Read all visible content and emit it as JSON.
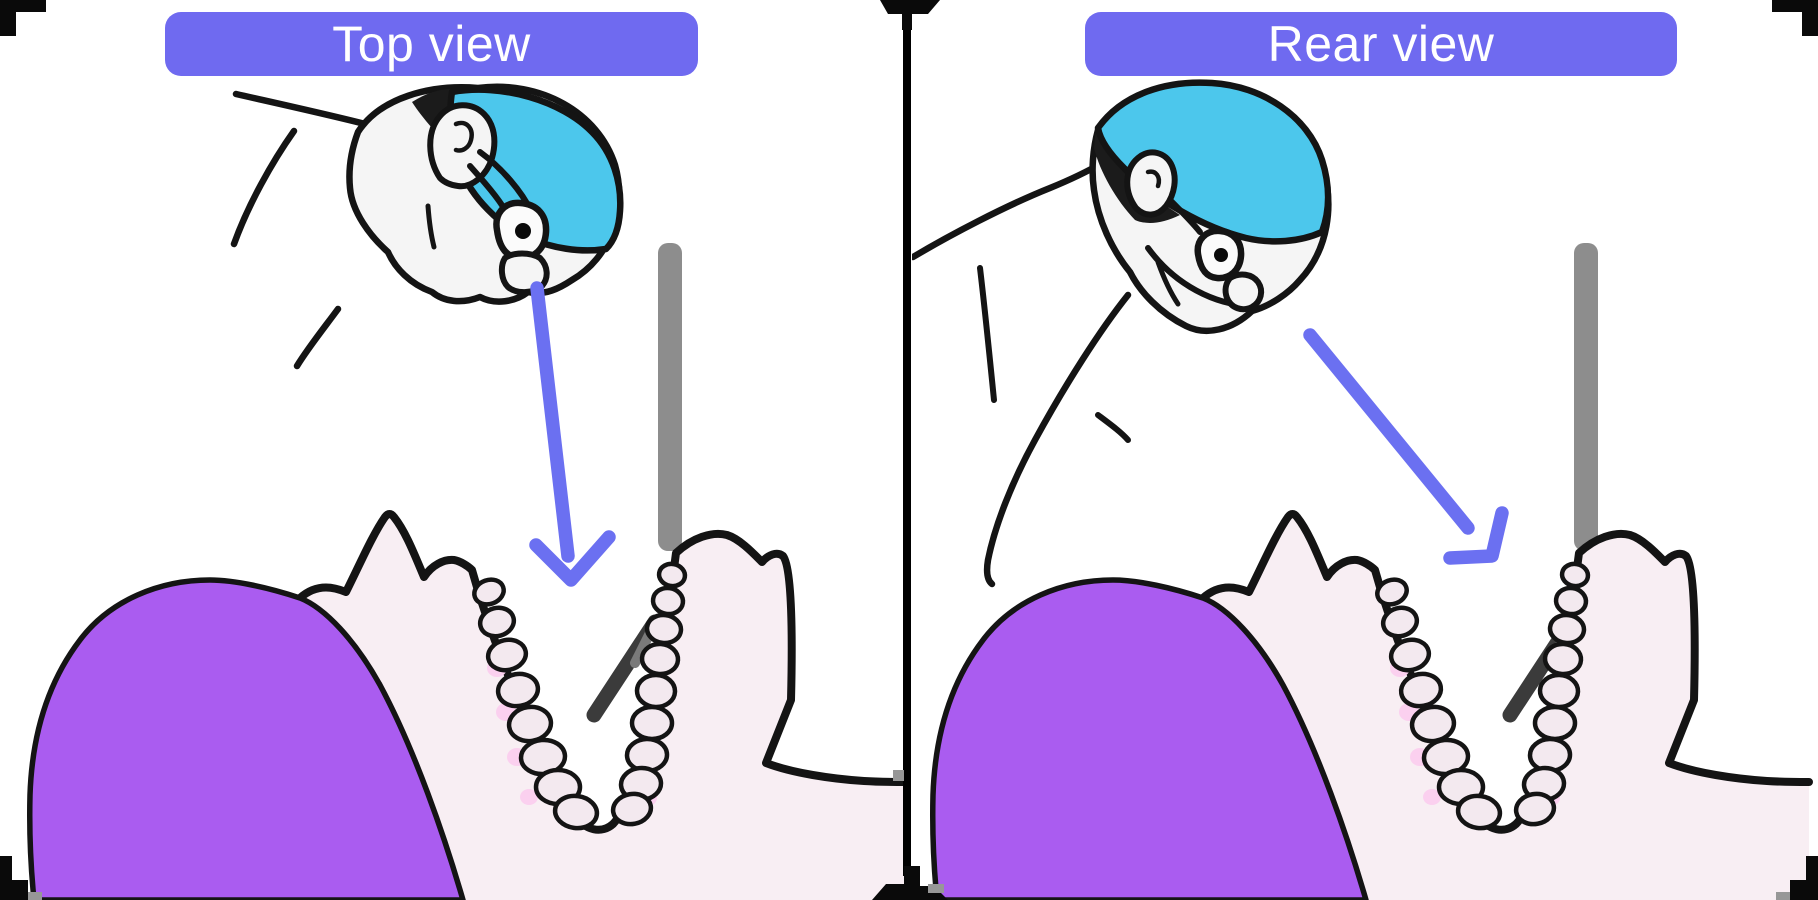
{
  "panels": [
    {
      "id": "top-view",
      "label": "Top view"
    },
    {
      "id": "rear-view",
      "label": "Rear view"
    }
  ],
  "illustrations": {
    "left": "surgeon-seen-from-above-inserting-laryngoscope-into-patient-open-mouth",
    "right": "surgeon-seen-from-rear-inserting-laryngoscope-into-patient-open-mouth"
  },
  "theme": {
    "label_bg": "#6f6af0",
    "label_text": "#ffffff",
    "arrow": "#6b70f1",
    "cap": "#4cc7ec",
    "hair": "#1b1b1b",
    "scrubs": "#f5f5f5",
    "outline": "#141414",
    "skin": "#f8eef3",
    "patient_hair": "#aa5cf0",
    "teeth": "#f3e9ef",
    "gums_pink": "#fbd0ef",
    "scope_handle": "#8d8d8d",
    "scope_blade": "#3b3b3b",
    "divider": "#000000",
    "background": "#ffffff"
  }
}
